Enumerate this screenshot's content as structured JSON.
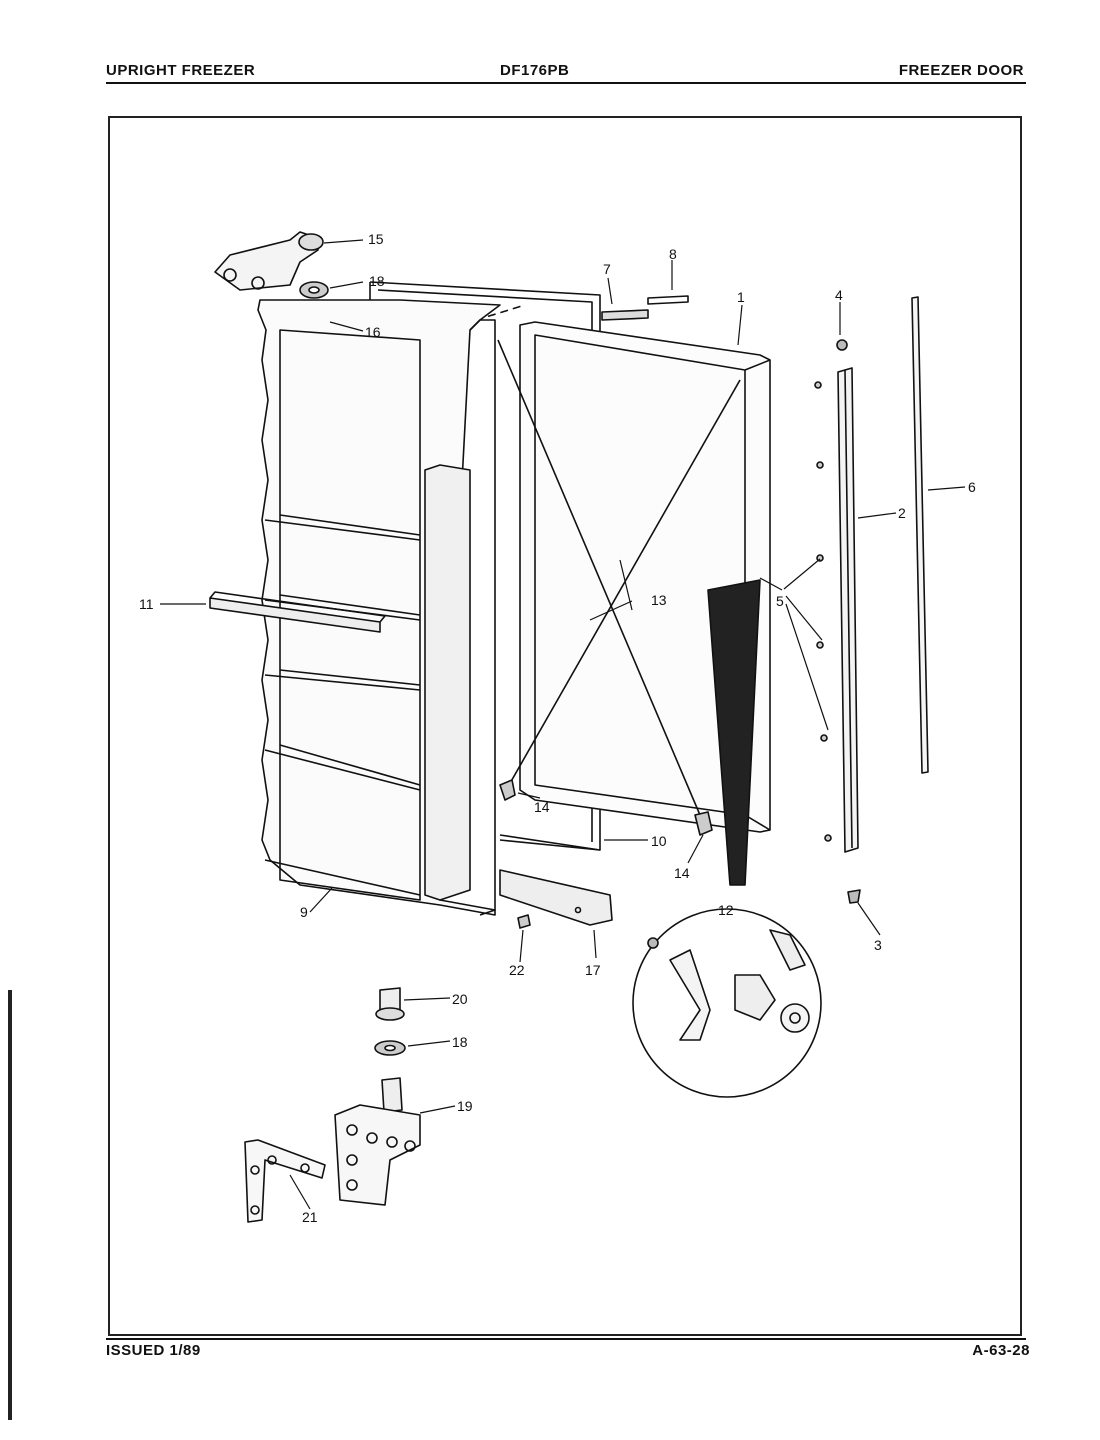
{
  "header": {
    "left": "UPRIGHT FREEZER",
    "center": "DF176PB",
    "right": "FREEZER DOOR"
  },
  "footer": {
    "left": "ISSUED 1/89",
    "right": "A-63-28"
  },
  "callouts": {
    "c1": "1",
    "c2": "2",
    "c3": "3",
    "c4": "4",
    "c5": "5",
    "c6": "6",
    "c7": "7",
    "c8": "8",
    "c9": "9",
    "c10": "10",
    "c11": "11",
    "c12": "12",
    "c13": "13",
    "c14a": "14",
    "c14b": "14",
    "c15": "15",
    "c16": "16",
    "c17": "17",
    "c18a": "18",
    "c18b": "18",
    "c19": "19",
    "c20": "20",
    "c21": "21",
    "c22": "22"
  }
}
